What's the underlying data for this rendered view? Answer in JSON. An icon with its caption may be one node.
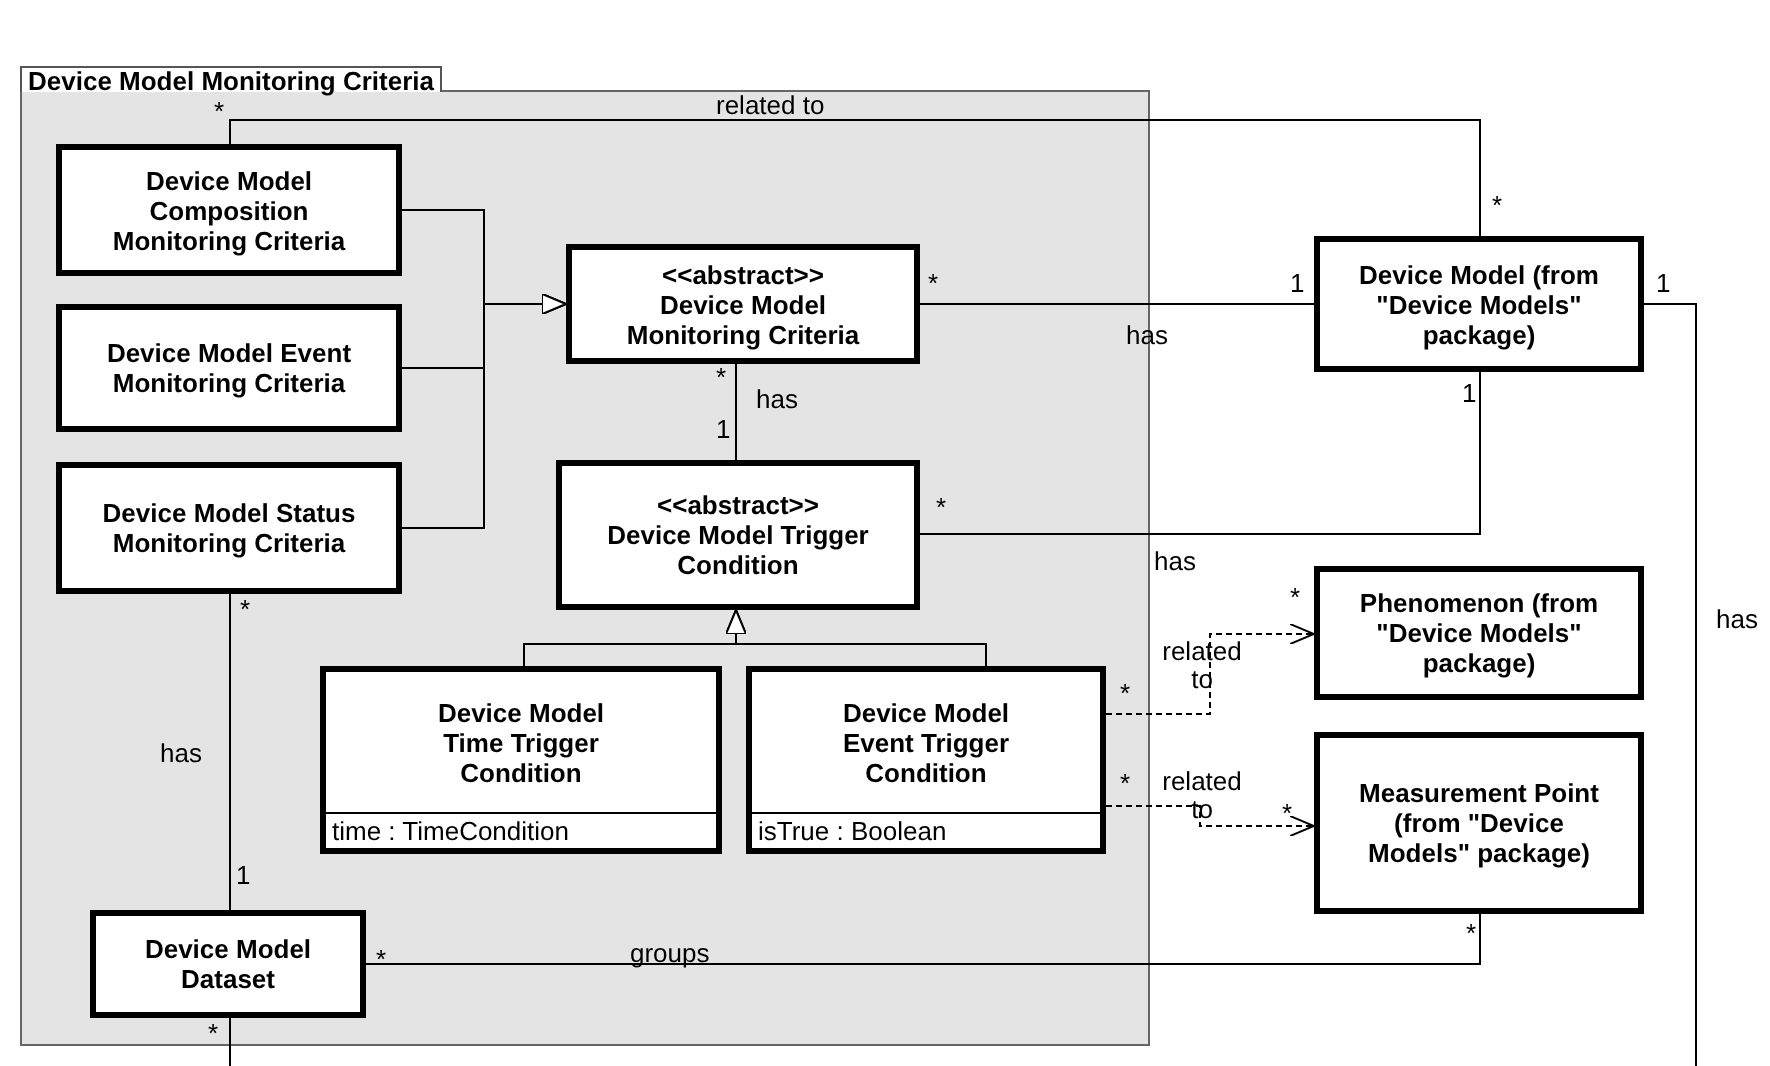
{
  "diagram": {
    "nodes": [
      {
        "text": [
          "Device Model Monitoring Criteria"
        ]
      },
      {
        "text": [
          "Device Model Composition Monitoring Criteria"
        ],
        "in": 0
      },
      {
        "text": [
          "Device Model Event Monitoring Criteria"
        ],
        "in": 0
      },
      {
        "text": [
          "Device Model Status Monitoring Criteria"
        ],
        "in": 0
      },
      {
        "text": [
          "<<abstract>>",
          "Device Model Monitoring Criteria"
        ],
        "in": 0
      },
      {
        "text": [
          "<<abstract>>",
          "Device Model Trigger Condition"
        ],
        "in": 0
      },
      {
        "text": [
          "Device Model Time Trigger Condition",
          "time : TimeCondition"
        ],
        "in": 0
      },
      {
        "text": [
          "Device Model Event Trigger Condition",
          "isTrue : Boolean"
        ],
        "in": 0
      },
      {
        "text": [
          "Device Model Dataset"
        ],
        "in": 0
      },
      {
        "text": [
          "Device Model (from \"Device Models\" package)"
        ]
      },
      {
        "text": [
          "Phenomenon (from \"Device Models\" package)"
        ]
      },
      {
        "text": [
          "Measurement Point (from \"Device Models\" package)"
        ]
      }
    ],
    "edges": [
      {
        "from": 1,
        "to": 4,
        "arrow": "to"
      },
      {
        "from": 2,
        "to": 4,
        "arrow": "to"
      },
      {
        "from": 3,
        "to": 4,
        "arrow": "to"
      },
      {
        "from": 4,
        "to": 5,
        "arrow": "none",
        "label": "has"
      },
      {
        "from": 4,
        "to": 9,
        "arrow": "none",
        "label": "has"
      },
      {
        "from": 5,
        "to": 9,
        "arrow": "none",
        "label": "has"
      },
      {
        "from": 1,
        "to": 9,
        "arrow": "none",
        "label": "related to"
      },
      {
        "from": 6,
        "to": 5,
        "arrow": "to"
      },
      {
        "from": 7,
        "to": 5,
        "arrow": "to"
      },
      {
        "from": 7,
        "to": 10,
        "arrow": "to",
        "style": "dashed",
        "label": "related to"
      },
      {
        "from": 7,
        "to": 11,
        "arrow": "to",
        "style": "dashed",
        "label": "related to"
      },
      {
        "from": 3,
        "to": 8,
        "arrow": "none",
        "label": "has"
      },
      {
        "from": 8,
        "to": 11,
        "arrow": "none",
        "label": "groups"
      },
      {
        "from": 9,
        "to": null,
        "arrow": "none",
        "label": "has"
      },
      {
        "from": 8,
        "to": null,
        "arrow": "none"
      }
    ],
    "labels": [
      "*",
      "*",
      "*",
      "1",
      "1",
      "*",
      "1",
      "1",
      "*",
      "*",
      "*",
      "*",
      "*",
      "*",
      "1",
      "*",
      "*",
      "*"
    ]
  }
}
